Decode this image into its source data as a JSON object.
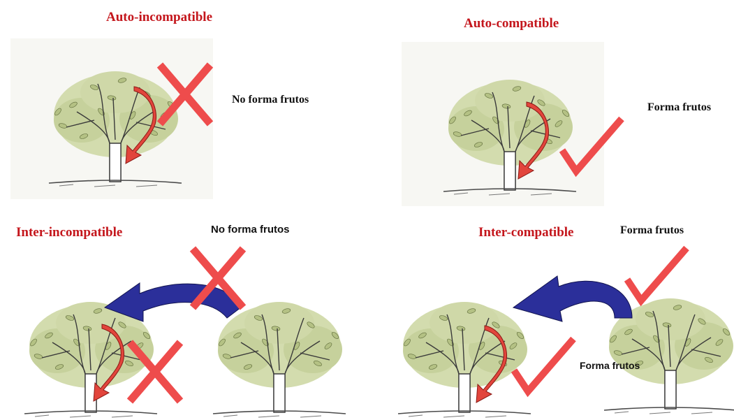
{
  "panels": {
    "auto_incompatible": {
      "title": "Auto-incompatible",
      "caption": "No forma frutos"
    },
    "auto_compatible": {
      "title": "Auto-compatible",
      "caption": "Forma frutos"
    },
    "inter_incompatible": {
      "title": "Inter-incompatible",
      "caption": "No forma frutos"
    },
    "inter_compatible": {
      "title": "Inter-compatible",
      "caption_top": "Forma frutos",
      "caption_bottom": "Forma frutos"
    }
  },
  "colors": {
    "title_red": "#c4161c",
    "mark_red": "#ee4c4c",
    "self_arrow": "#e2453c",
    "cross_arrow": "#2b2f9a",
    "foliage": "#c9d3a2",
    "trunk_ink": "#3a3a3a"
  },
  "icons": [
    "tree-icon",
    "self-pollination-arrow-icon",
    "cross-pollination-arrow-icon",
    "x-mark-icon",
    "check-mark-icon"
  ]
}
